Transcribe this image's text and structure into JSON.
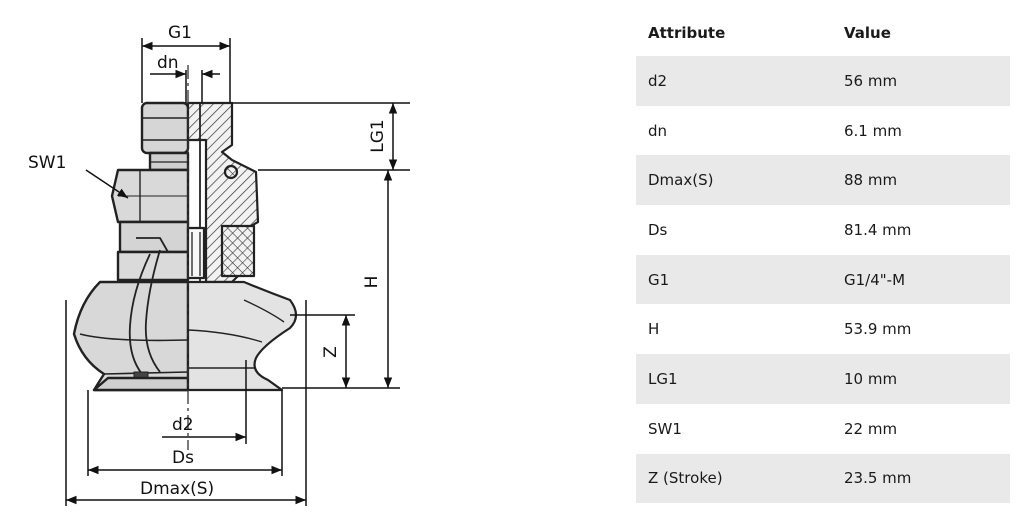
{
  "drawing": {
    "labels": {
      "g1": "G1",
      "dn": "dn",
      "sw1": "SW1",
      "lg1": "LG1",
      "h": "H",
      "z": "Z",
      "d2": "d2",
      "ds": "Ds",
      "dmax": "Dmax(S)"
    }
  },
  "table": {
    "headers": {
      "attribute": "Attribute",
      "value": "Value"
    },
    "rows": [
      {
        "attribute": "d2",
        "value": "56 mm"
      },
      {
        "attribute": "dn",
        "value": "6.1 mm"
      },
      {
        "attribute": "Dmax(S)",
        "value": "88 mm"
      },
      {
        "attribute": "Ds",
        "value": "81.4 mm"
      },
      {
        "attribute": "G1",
        "value": "G1/4\"-M"
      },
      {
        "attribute": "H",
        "value": "53.9 mm"
      },
      {
        "attribute": "LG1",
        "value": "10 mm"
      },
      {
        "attribute": "SW1",
        "value": "22 mm"
      },
      {
        "attribute": "Z (Stroke)",
        "value": "23.5 mm"
      }
    ]
  }
}
